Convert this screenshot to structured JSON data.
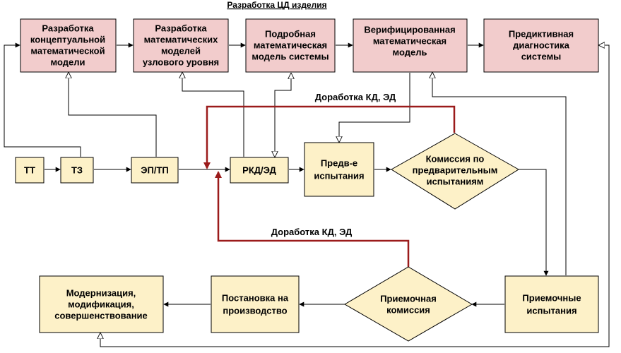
{
  "title": "Разработка ЦД изделия",
  "nodes": {
    "concept": [
      "Разработка",
      "концептуальной",
      "математической",
      "модели"
    ],
    "math_models": [
      "Разработка",
      "математических",
      "моделей",
      "узлового уровня"
    ],
    "detailed": [
      "Подробная",
      "математическая",
      "модель системы"
    ],
    "verified": [
      "Верифицированная",
      "математическая",
      "модель"
    ],
    "predictive": [
      "Предиктивная",
      "диагностика",
      "системы"
    ],
    "tt": [
      "ТТ"
    ],
    "tz": [
      "ТЗ"
    ],
    "ep_tp": [
      "ЭП/ТП"
    ],
    "rkd": [
      "РКД/ЭД"
    ],
    "prelim_tests": [
      "Предв-е",
      "испытания"
    ],
    "prelim_commission": [
      "Комиссия по",
      "предварительным",
      "испытаниям"
    ],
    "acceptance_tests": [
      "Приемочные",
      "испытания"
    ],
    "acceptance_commission": [
      "Приемочная",
      "комиссия"
    ],
    "production": [
      "Постановка на",
      "производство"
    ],
    "modernization": [
      "Модернизация,",
      "модификация,",
      "совершенствование"
    ]
  },
  "labels": {
    "rework_top": "Доработка КД, ЭД",
    "rework_bottom": "Доработка КД, ЭД"
  }
}
